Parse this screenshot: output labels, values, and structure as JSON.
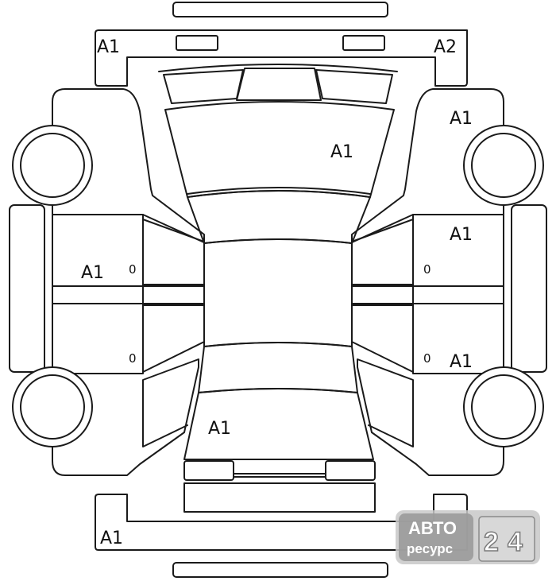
{
  "inspection_codes": {
    "front_bumper_left": "A1",
    "front_bumper_right": "A2",
    "right_front_fender": "A1",
    "hood": "A1",
    "left_doors": "A1",
    "right_front_door": "A1",
    "right_rear_door": "A1",
    "trunk": "A1",
    "rear_bumper": "A1"
  },
  "door_marks": {
    "left_front": "0",
    "left_rear": "0",
    "right_front": "0",
    "right_rear": "0"
  },
  "watermark": {
    "line1": "АВТО",
    "line2": "ресурс",
    "digit1": "2",
    "digit2": "4"
  }
}
